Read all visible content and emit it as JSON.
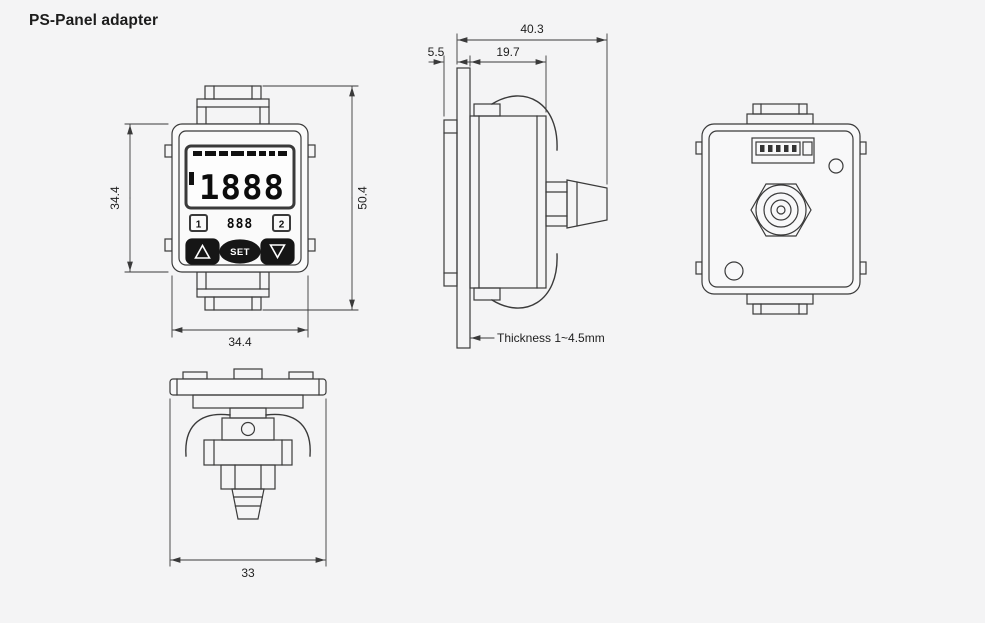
{
  "page": {
    "title": "PS-Panel adapter",
    "background": "#f4f4f5",
    "line_color": "#3a3a3a"
  },
  "front_view": {
    "display": "1888",
    "sub_display": "888",
    "btn_left": "1",
    "btn_right": "2",
    "btn_set": "SET",
    "dims": {
      "body_height": "34.4",
      "overall_height": "50.4",
      "body_width": "34.4"
    }
  },
  "side_view": {
    "dims": {
      "overall_depth": "40.3",
      "front_depth": "5.5",
      "rear_depth": "19.7"
    },
    "note": "Thickness 1~4.5mm"
  },
  "bottom_view": {
    "dims": {
      "width": "33"
    }
  }
}
